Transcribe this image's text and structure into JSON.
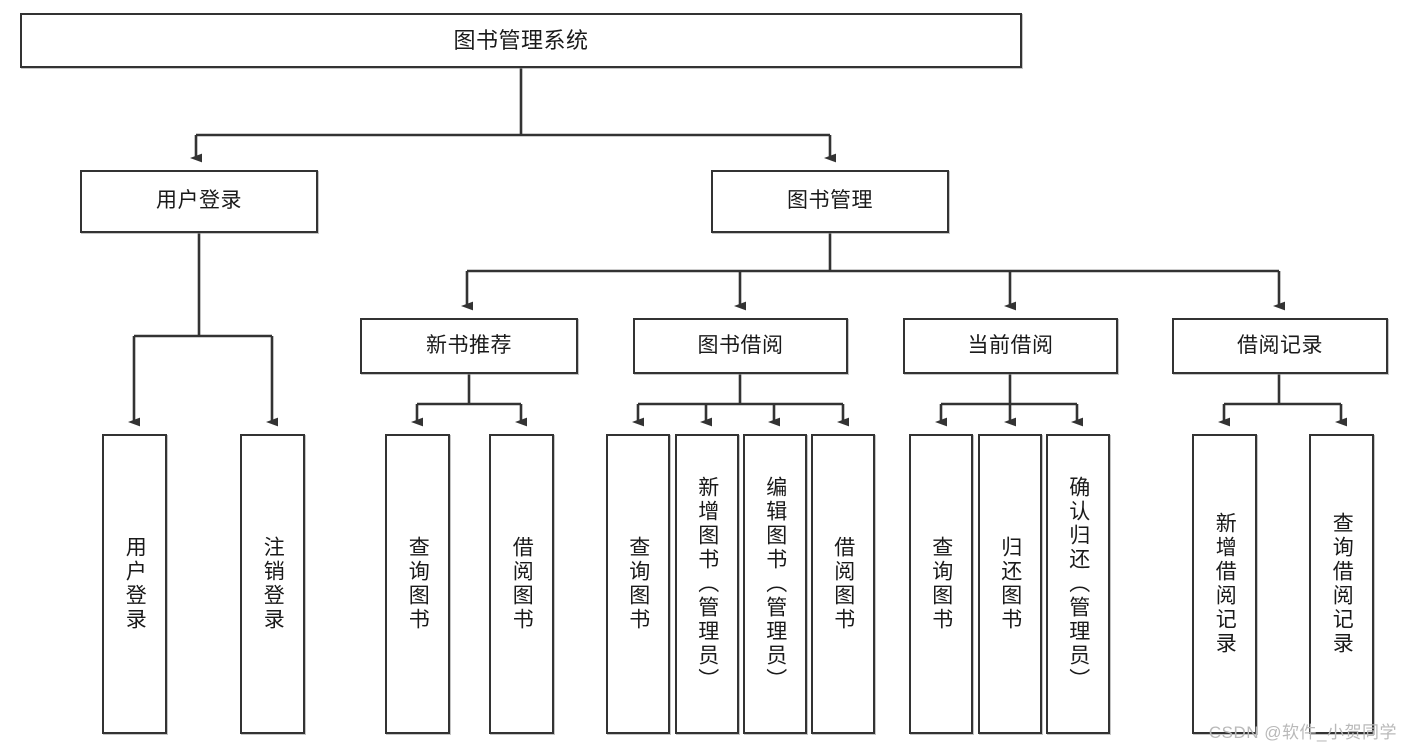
{
  "diagram": {
    "title": "图书管理系统",
    "watermark": "CSDN @软件_小贺同学",
    "colors": {
      "box_border": "#333333",
      "connector": "#333333",
      "background": "#ffffff",
      "watermark_text": "#b9b9b9"
    },
    "nodes": {
      "root": "图书管理系统",
      "level2": {
        "user_login": "用户登录",
        "book_manage": "图书管理"
      },
      "level3": {
        "new_book_recommend": "新书推荐",
        "book_borrow": "图书借阅",
        "current_borrow": "当前借阅",
        "borrow_record": "借阅记录"
      },
      "leaves": {
        "user_login_1": "用户登录",
        "user_login_2": "注销登录",
        "recommend_1": "查询图书",
        "recommend_2": "借阅图书",
        "borrow_1": "查询图书",
        "borrow_2": "新增图书（管理员）",
        "borrow_3": "编辑图书（管理员）",
        "borrow_4": "借阅图书",
        "current_1": "查询图书",
        "current_2": "归还图书",
        "current_3": "确认归还（管理员）",
        "record_1": "新增借阅记录",
        "record_2": "查询借阅记录"
      }
    }
  }
}
